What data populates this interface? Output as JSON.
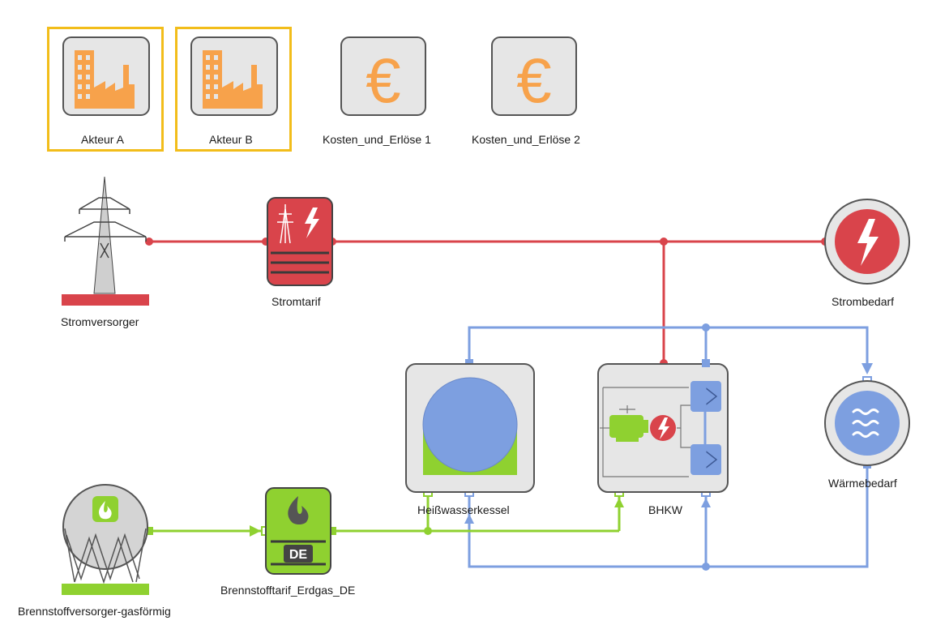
{
  "toolbar": {
    "items": [
      {
        "label": "Akteur A"
      },
      {
        "label": "Akteur B"
      },
      {
        "label": "Kosten_und_Erlöse 1"
      },
      {
        "label": "Kosten_und_Erlöse 2"
      }
    ]
  },
  "nodes": {
    "stromversorger": {
      "label": "Stromversorger"
    },
    "stromtarif": {
      "label": "Stromtarif"
    },
    "strombedarf": {
      "label": "Strombedarf"
    },
    "heisswasserkessel": {
      "label": "Heißwasserkessel"
    },
    "bhkw": {
      "label": "BHKW"
    },
    "waermebedarf": {
      "label": "Wärmebedarf"
    },
    "brennstoffversorger": {
      "label": "Brennstoffversorger-gasförmig"
    },
    "brennstofftarif": {
      "label": "Brennstofftarif_Erdgas_DE",
      "badge": "DE"
    }
  },
  "colors": {
    "electric": "#d9444b",
    "heat": "#7d9fe0",
    "gas": "#8fd130",
    "actor": "#f7a24b",
    "selection": "#f2bd1a"
  }
}
